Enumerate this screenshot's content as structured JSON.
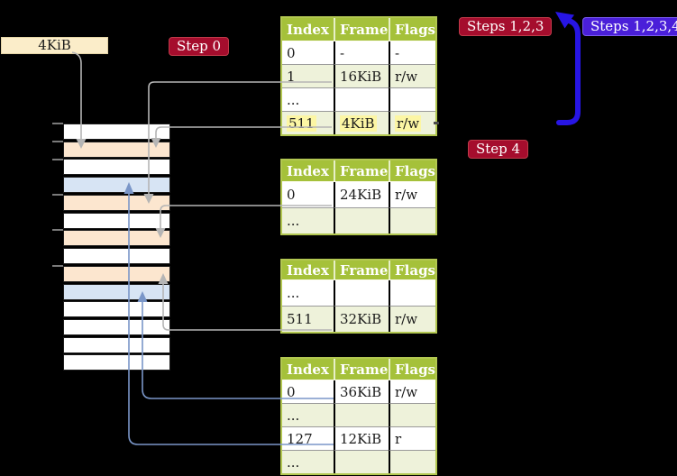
{
  "frame_label": {
    "text": "4KiB"
  },
  "badges": [
    {
      "id": "step0",
      "label": "Step 0",
      "style": "red"
    },
    {
      "id": "steps123",
      "label": "Steps 1,2,3",
      "style": "red"
    },
    {
      "id": "steps1234",
      "label": "Steps 1,2,3,4",
      "style": "blue"
    },
    {
      "id": "step4",
      "label": "Step 4",
      "style": "red"
    }
  ],
  "memory_column": {
    "frames": [
      "white",
      "peach",
      "white",
      "blue",
      "peach",
      "white",
      "peach",
      "white",
      "peach",
      "blue",
      "white",
      "white",
      "white",
      "white"
    ]
  },
  "page_tables": [
    {
      "name": "level-4-table",
      "headers": [
        "Index",
        "Frame",
        "Flags"
      ],
      "rows": [
        {
          "cells": [
            "0",
            "-",
            "-"
          ],
          "highlight": false
        },
        {
          "cells": [
            "1",
            "16KiB",
            "r/w"
          ],
          "highlight": false
        },
        {
          "cells": [
            "...",
            "",
            ""
          ],
          "highlight": false
        },
        {
          "cells": [
            "511",
            "4KiB",
            "r/w"
          ],
          "highlight": true
        }
      ]
    },
    {
      "name": "level-3-table",
      "headers": [
        "Index",
        "Frame",
        "Flags"
      ],
      "rows": [
        {
          "cells": [
            "0",
            "24KiB",
            "r/w"
          ],
          "highlight": false
        },
        {
          "cells": [
            "...",
            "",
            ""
          ],
          "highlight": false
        }
      ]
    },
    {
      "name": "level-2-table",
      "headers": [
        "Index",
        "Frame",
        "Flags"
      ],
      "rows": [
        {
          "cells": [
            "...",
            "",
            ""
          ],
          "highlight": false
        },
        {
          "cells": [
            "511",
            "32KiB",
            "r/w"
          ],
          "highlight": false
        }
      ]
    },
    {
      "name": "level-1-table",
      "headers": [
        "Index",
        "Frame",
        "Flags"
      ],
      "rows": [
        {
          "cells": [
            "0",
            "36KiB",
            "r/w"
          ],
          "highlight": false
        },
        {
          "cells": [
            "...",
            "",
            ""
          ],
          "highlight": false
        },
        {
          "cells": [
            "127",
            "12KiB",
            "r"
          ],
          "highlight": false
        },
        {
          "cells": [
            "...",
            "",
            ""
          ],
          "highlight": false
        }
      ]
    }
  ],
  "colors": {
    "background": "#000000",
    "badge_red": "#a50d2d",
    "badge_blue": "#4a1fd9",
    "recursive_arrow_blue": "#2715e4",
    "table_header_green": "#a5c13a",
    "table_row_tint": "#eef2da",
    "highlight_yellow": "#fcf6a4",
    "frame_peach": "#fce6cf",
    "frame_blue": "#d7e4f4",
    "frame_white": "#ffffff",
    "connector_gray": "#b5b5b5",
    "connector_steel_blue": "#7a96c8",
    "label_box_cream": "#fbedc9"
  }
}
